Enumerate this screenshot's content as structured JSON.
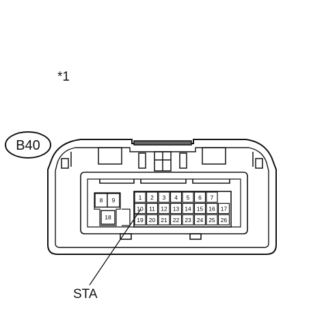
{
  "diagram": {
    "note_marker": "*1",
    "connector_id": "B40",
    "signal_label": "STA",
    "signal_pin": "10",
    "left_block_pins": [
      "8",
      "9",
      "18"
    ],
    "main_block_rows": [
      [
        "1",
        "2",
        "3",
        "4",
        "5",
        "6",
        "7"
      ],
      [
        "10",
        "11",
        "12",
        "13",
        "14",
        "15",
        "16",
        "17"
      ],
      [
        "19",
        "20",
        "21",
        "22",
        "23",
        "24",
        "25",
        "26"
      ]
    ]
  }
}
